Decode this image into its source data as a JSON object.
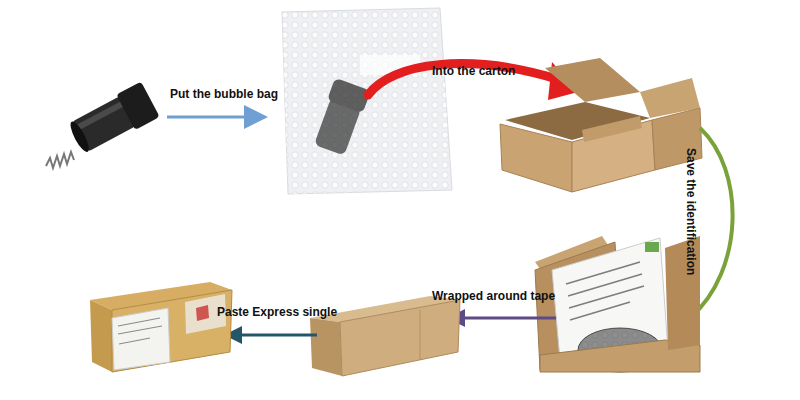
{
  "diagram": {
    "labels": [
      "Put the bubble bag",
      "Into the carton",
      "Save the identification",
      "Wrapped around tape",
      "Paste Express single"
    ]
  }
}
